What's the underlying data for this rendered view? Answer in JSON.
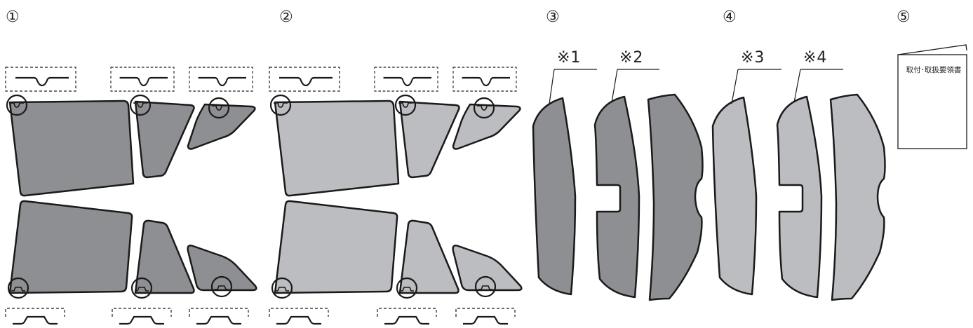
{
  "numbers": [
    "①",
    "②",
    "③",
    "④",
    "⑤"
  ],
  "notes": [
    "※1",
    "※2",
    "※3",
    "※4"
  ],
  "manual_label": "取付･取扱要領書",
  "colors": {
    "dark_fill": "#8e8f92",
    "light_fill": "#bcbdc0",
    "stroke": "#1a1a1a"
  }
}
